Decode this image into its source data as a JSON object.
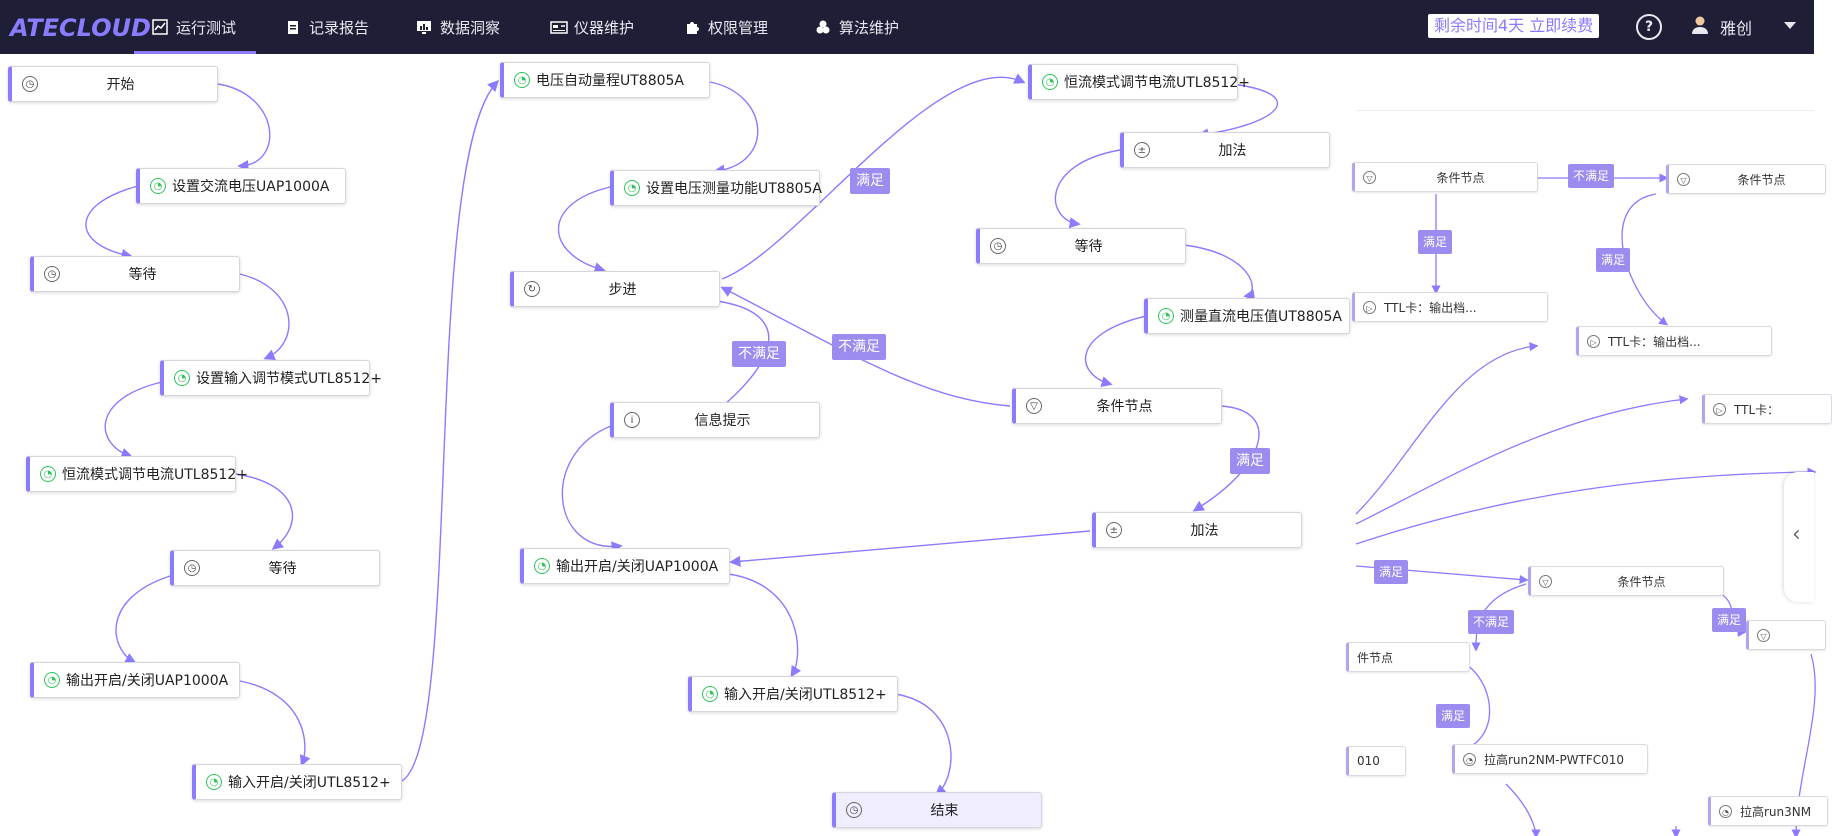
{
  "app": {
    "logo": "ATECLOUD"
  },
  "nav": {
    "items": [
      {
        "label": "运行测试",
        "icon": "chart-line-icon"
      },
      {
        "label": "记录报告",
        "icon": "clipboard-icon"
      },
      {
        "label": "数据洞察",
        "icon": "monitor-chart-icon"
      },
      {
        "label": "仪器维护",
        "icon": "instrument-icon"
      },
      {
        "label": "权限管理",
        "icon": "puzzle-icon"
      },
      {
        "label": "算法维护",
        "icon": "flask-icon"
      }
    ],
    "trial": "剩余时间4天 立即续费",
    "help": "?",
    "user": "雅创"
  },
  "flow": {
    "nodes": {
      "start": "开始",
      "set_ac_voltage": "设置交流电压UAP1000A",
      "wait1": "等待",
      "set_input_mode": "设置输入调节模式UTL8512+",
      "cc_current1": "恒流模式调节电流UTL8512+",
      "wait2": "等待",
      "output_onoff1": "输出开启/关闭UAP1000A",
      "input_onoff1": "输入开启/关闭UTL8512+",
      "voltage_autorange": "电压自动量程UT8805A",
      "set_volt_func": "设置电压测量功能UT8805A",
      "step": "步进",
      "info": "信息提示",
      "output_onoff2": "输出开启/关闭UAP1000A",
      "input_onoff2": "输入开启/关闭UTL8512+",
      "end": "结束",
      "cc_current2": "恒流模式调节电流UTL8512+",
      "add1": "加法",
      "wait3": "等待",
      "measure_dc": "测量直流电压值UT8805A",
      "condition": "条件节点",
      "add2": "加法"
    },
    "labels": {
      "satisfied": "满足",
      "not_satisfied": "不满足"
    }
  },
  "subflow": {
    "nodes": {
      "cond_a": "条件节点",
      "cond_b": "条件节点",
      "ttl_a": "TTL卡：输出档...",
      "ttl_b": "TTL卡：输出档...",
      "ttl_c": "TTL卡：",
      "cond_c": "条件节点",
      "cond_d": "件节点",
      "pull_a": "010",
      "pull_b": "拉高run2NM-PWTFC010",
      "pull_c": "拉高run3NM"
    },
    "labels": {
      "satisfied": "满足",
      "not_satisfied": "不满足"
    }
  },
  "colors": {
    "accent": "#8b7bff",
    "nav_bg": "#1e1f36",
    "edge": "#8b7bff",
    "success_icon": "#2fc45a"
  }
}
